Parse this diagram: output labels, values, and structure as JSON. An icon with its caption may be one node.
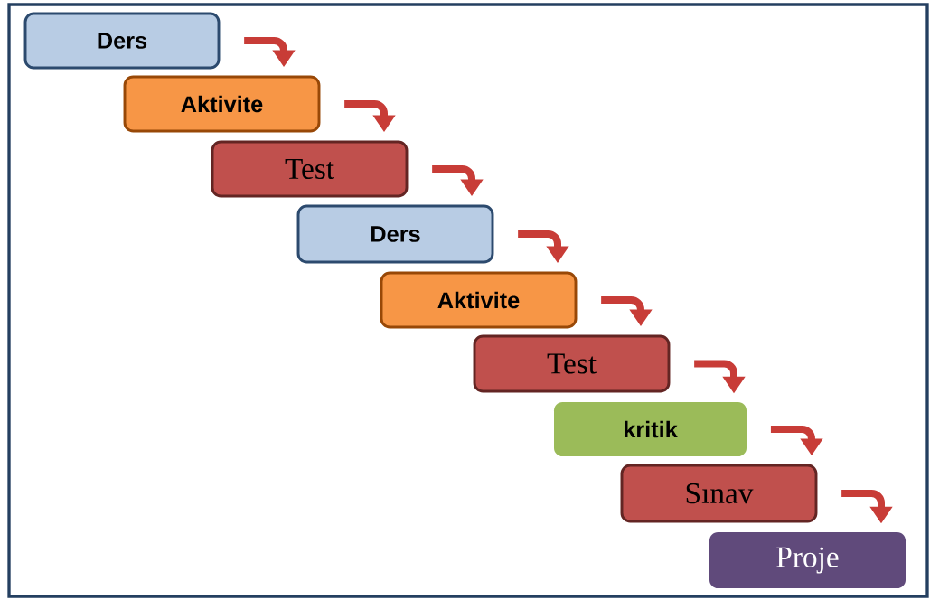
{
  "diagram": {
    "nodes": [
      {
        "text": [
          "Ders"
        ]
      },
      {
        "text": [
          "Aktivite"
        ]
      },
      {
        "text": [
          "Test"
        ]
      },
      {
        "text": [
          "Ders"
        ]
      },
      {
        "text": [
          "Aktivite"
        ]
      },
      {
        "text": [
          "Test"
        ]
      },
      {
        "text": [
          "kritik"
        ]
      },
      {
        "text": [
          "Sınav"
        ]
      },
      {
        "text": [
          "Proje"
        ]
      }
    ],
    "edges": [
      {
        "from": 0,
        "to": 1,
        "arrow": "to"
      },
      {
        "from": 1,
        "to": 2,
        "arrow": "to"
      },
      {
        "from": 2,
        "to": 3,
        "arrow": "to"
      },
      {
        "from": 3,
        "to": 4,
        "arrow": "to"
      },
      {
        "from": 4,
        "to": 5,
        "arrow": "to"
      },
      {
        "from": 5,
        "to": 6,
        "arrow": "to"
      },
      {
        "from": 6,
        "to": 7,
        "arrow": "to"
      },
      {
        "from": 7,
        "to": 8,
        "arrow": "to"
      }
    ]
  }
}
